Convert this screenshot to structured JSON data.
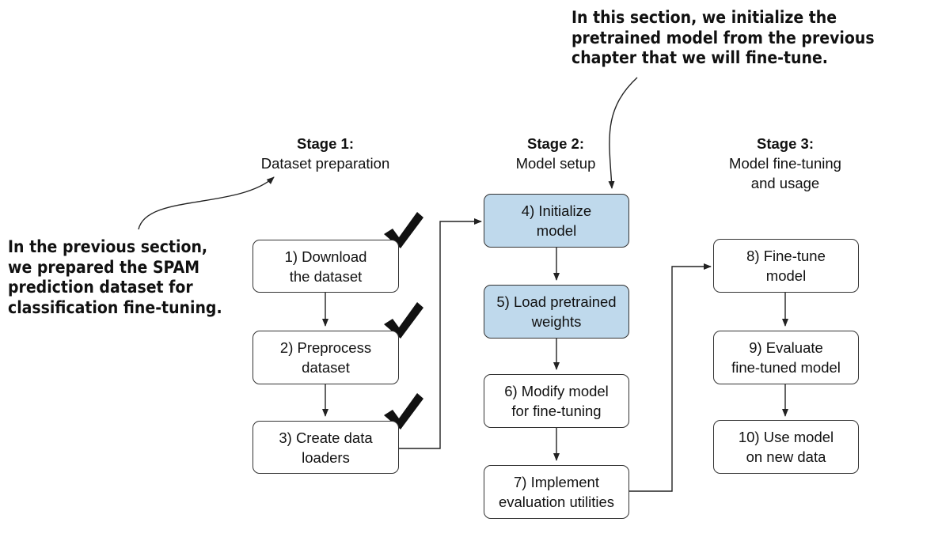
{
  "callouts": {
    "top": [
      "In this section, we initialize the",
      "pretrained model from the previous",
      "chapter that we will fine-tune."
    ],
    "left": [
      "In the previous section,",
      "we prepared the SPAM",
      "prediction dataset for",
      "classification fine-tuning."
    ]
  },
  "stages": [
    {
      "title": "Stage 1:",
      "subtitle": [
        "Dataset preparation"
      ],
      "steps": [
        {
          "label": [
            "1) Download",
            "the dataset"
          ],
          "done": true
        },
        {
          "label": [
            "2) Preprocess",
            "dataset"
          ],
          "done": true
        },
        {
          "label": [
            "3) Create data",
            "loaders"
          ],
          "done": true
        }
      ]
    },
    {
      "title": "Stage 2:",
      "subtitle": [
        "Model setup"
      ],
      "steps": [
        {
          "label": [
            "4) Initialize",
            "model"
          ],
          "highlighted": true
        },
        {
          "label": [
            "5) Load pretrained",
            "weights"
          ],
          "highlighted": true
        },
        {
          "label": [
            "6) Modify model",
            "for fine-tuning"
          ]
        },
        {
          "label": [
            "7) Implement",
            "evaluation utilities"
          ]
        }
      ]
    },
    {
      "title": "Stage 3:",
      "subtitle": [
        "Model fine-tuning",
        "and usage"
      ],
      "steps": [
        {
          "label": [
            "8) Fine-tune",
            "model"
          ]
        },
        {
          "label": [
            "9) Evaluate",
            "fine-tuned model"
          ]
        },
        {
          "label": [
            "10) Use model",
            "on new data"
          ]
        }
      ]
    }
  ],
  "colors": {
    "highlight": "#bfd9ec",
    "stroke": "#333333",
    "check": "#111111"
  }
}
